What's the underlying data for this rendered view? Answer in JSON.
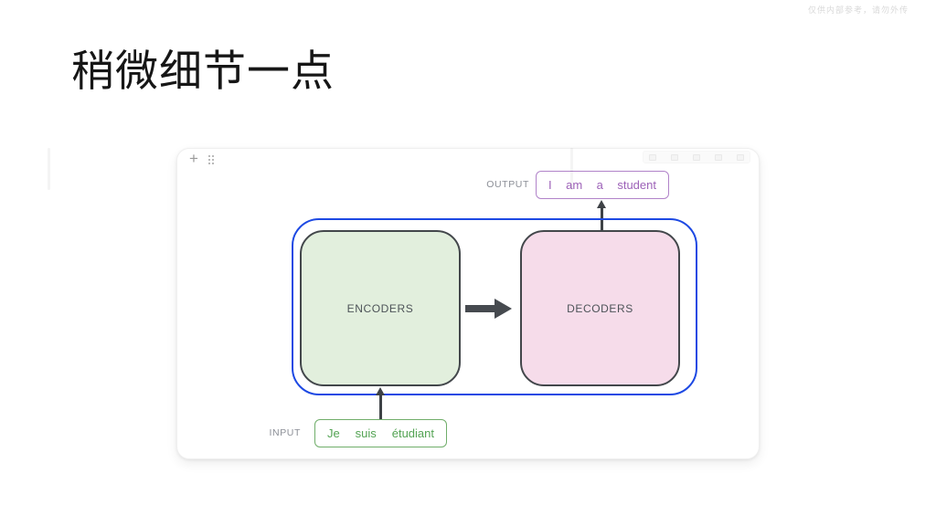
{
  "page": {
    "watermark": "仅供内部参考，请勿外传",
    "title": "稍微细节一点"
  },
  "canvas": {
    "plus_icon": "+"
  },
  "diagram": {
    "output": {
      "label": "OUTPUT",
      "tokens": [
        "I",
        "am",
        "a",
        "student"
      ]
    },
    "encoders": {
      "label": "ENCODERS"
    },
    "decoders": {
      "label": "DECODERS"
    },
    "input": {
      "label": "INPUT",
      "tokens": [
        "Je",
        "suis",
        "étudiant"
      ]
    },
    "colors": {
      "blue_border": "#1d49e3",
      "encoder_fill": "#e2efdd",
      "decoder_fill": "#f6dcea",
      "shape_border": "#43474b",
      "arrow": "#464a4f",
      "output_border": "#b183c9",
      "output_text": "#9d62b8",
      "input_border": "#70ae6a",
      "input_text": "#53a353",
      "label_gray": "#8b8e96"
    }
  }
}
